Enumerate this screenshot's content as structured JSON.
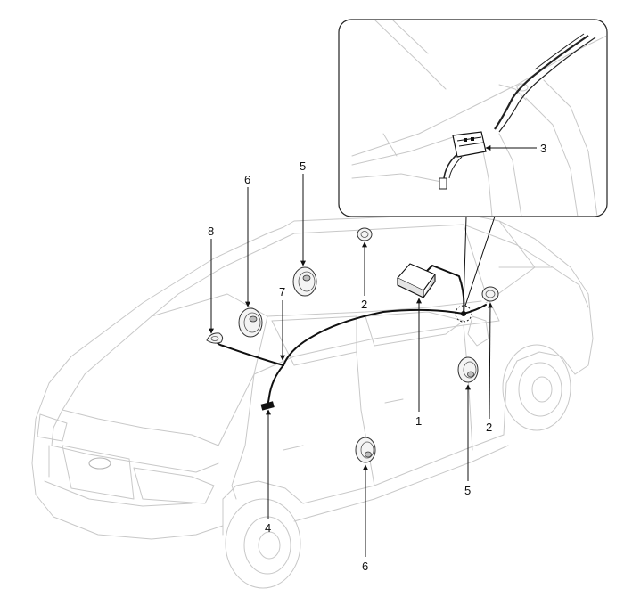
{
  "diagram": {
    "callouts": [
      {
        "id": "c1",
        "label": "1"
      },
      {
        "id": "c2a",
        "label": "2"
      },
      {
        "id": "c2b",
        "label": "2"
      },
      {
        "id": "c3",
        "label": "3"
      },
      {
        "id": "c4",
        "label": "4"
      },
      {
        "id": "c5a",
        "label": "5"
      },
      {
        "id": "c5b",
        "label": "5"
      },
      {
        "id": "c6a",
        "label": "6"
      },
      {
        "id": "c6b",
        "label": "6"
      },
      {
        "id": "c7",
        "label": "7"
      },
      {
        "id": "c8",
        "label": "8"
      }
    ]
  }
}
